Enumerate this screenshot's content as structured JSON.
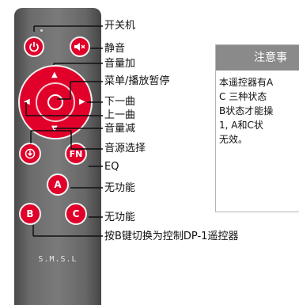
{
  "brand": "S.M.S.L",
  "buttons": {
    "fn": "FN",
    "a": "A",
    "b": "B",
    "c": "C"
  },
  "labels": {
    "power": "开关机",
    "mute": "静音",
    "vol_up": "音量加",
    "menu_play": "菜单/播放暂停",
    "next": "下一曲",
    "prev": "上一曲",
    "vol_down": "音量减",
    "source": "音源选择",
    "eq": "EQ",
    "a_none": "无功能",
    "c_none": "无功能",
    "b_switch": "按B键切换为控制DP-1遥控器"
  },
  "notice": {
    "title": "注意事",
    "lines": [
      "本遥控器有A",
      "C  三种状态",
      "B状态才能操",
      "1,   A和C状",
      "无效。"
    ]
  },
  "colors": {
    "button_red": "#e0002a",
    "remote_grey": "#6b6b6b",
    "notice_header": "#8a8a8a"
  }
}
